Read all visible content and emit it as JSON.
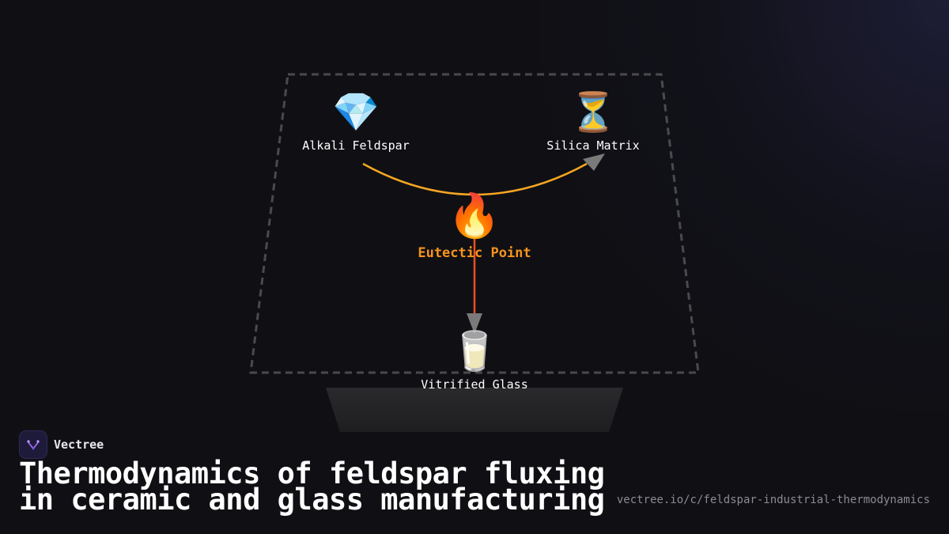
{
  "diagram": {
    "nodes": [
      {
        "id": "alkali",
        "icon": "💎",
        "icon_name": "gem-icon",
        "label": "Alkali Feldspar"
      },
      {
        "id": "silica",
        "icon": "⏳",
        "icon_name": "hourglass-icon",
        "label": "Silica Matrix"
      },
      {
        "id": "eutectic",
        "icon": "🔥",
        "icon_name": "fire-icon",
        "label": "Eutectic Point"
      },
      {
        "id": "glass",
        "icon": "🥛",
        "icon_name": "glass-icon",
        "label": "Vitrified Glass"
      }
    ],
    "edges": [
      {
        "from": "alkali",
        "to": "silica",
        "color": "#f5a623"
      },
      {
        "from": "eutectic",
        "to": "glass",
        "color": "#e8501e"
      }
    ],
    "accent_color": "#f7931e"
  },
  "brand": {
    "name": "Vectree"
  },
  "title": {
    "line1": "Thermodynamics of feldspar fluxing",
    "line2": "in ceramic and glass manufacturing"
  },
  "url": "vectree.io/c/feldspar-industrial-thermodynamics"
}
